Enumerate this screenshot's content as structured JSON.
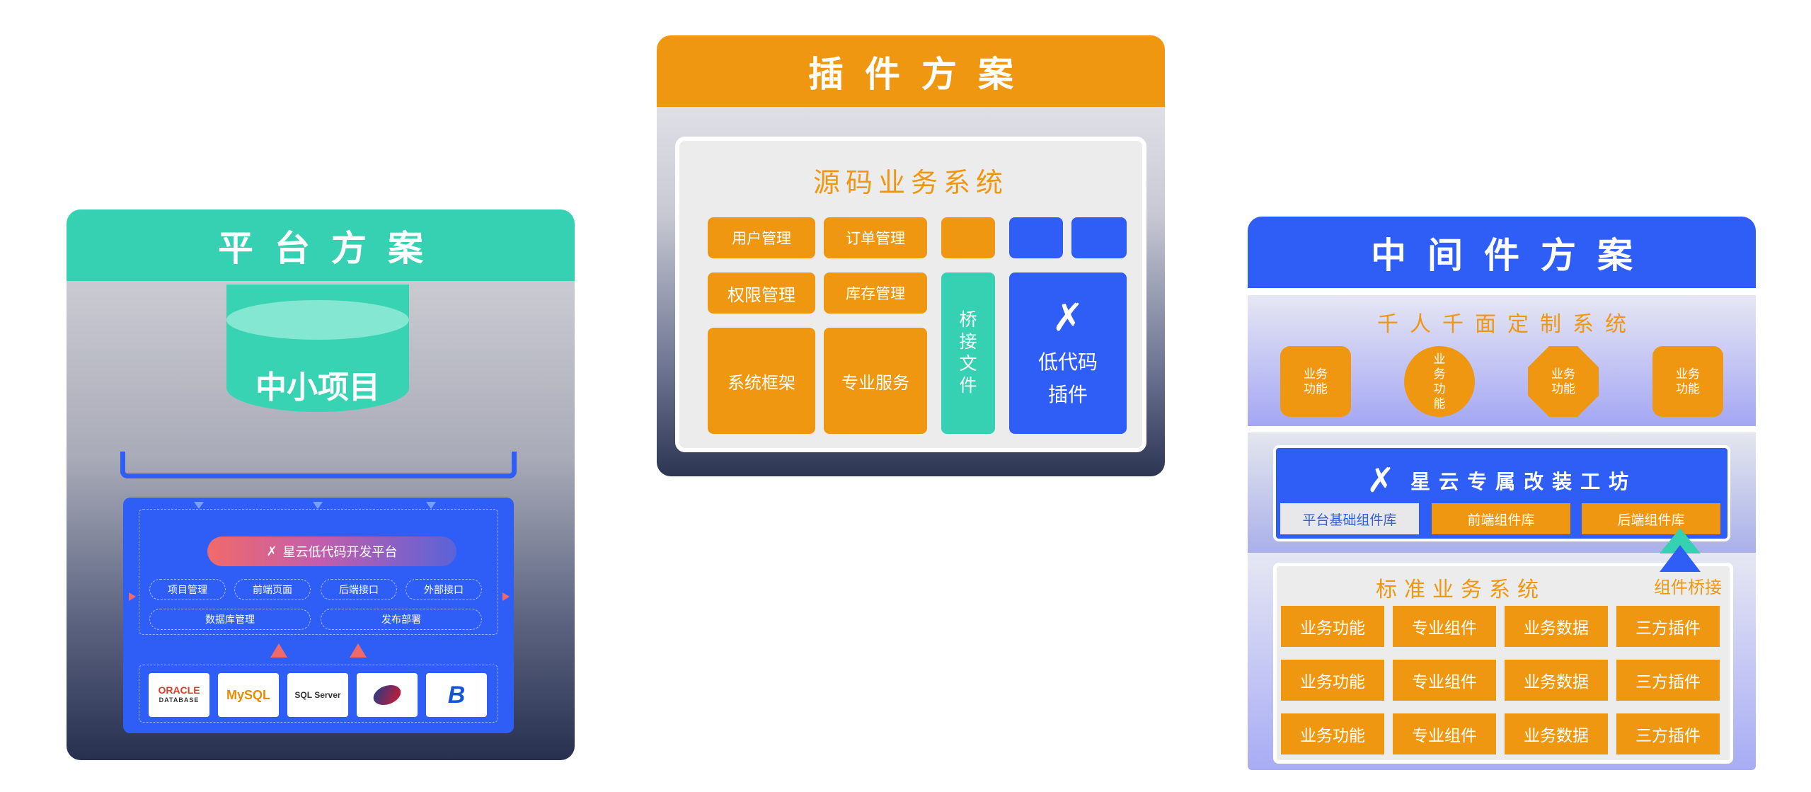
{
  "colors": {
    "teal": "#36d0b2",
    "orange": "#ef9711",
    "blue": "#2f5ef7",
    "navy": "#27304f",
    "light_gray": "#ececec"
  },
  "platform": {
    "title": "平台方案",
    "cylinder_label": "中小项目",
    "platform_name": "星云低代码开发平台",
    "modules": [
      "项目管理",
      "前端页面",
      "后端接口",
      "外部接口",
      "数据库管理",
      "发布部署"
    ],
    "databases": [
      {
        "name": "ORACLE",
        "sub": "DATABASE",
        "icon": "oracle-logo"
      },
      {
        "name": "MySQL",
        "icon": "mysql-logo"
      },
      {
        "name": "SQL Server",
        "icon": "sqlserver-logo"
      },
      {
        "icon": "database-brand-logo"
      },
      {
        "name": "B",
        "icon": "b-logo"
      }
    ]
  },
  "plugin": {
    "title": "插件方案",
    "system_title": "源码业务系统",
    "modules": [
      "用户管理",
      "订单管理",
      "权限管理",
      "库存管理",
      "系统框架",
      "专业服务"
    ],
    "bridge": [
      "桥",
      "接",
      "文",
      "件"
    ],
    "lowcode_line1": "低代码",
    "lowcode_line2": "插件"
  },
  "middleware": {
    "title": "中间件方案",
    "custom_title": "千人千面定制系统",
    "functions": [
      {
        "lines": [
          "业务",
          "功能"
        ],
        "shape": "rounded-square"
      },
      {
        "lines": [
          "业",
          "务",
          "功",
          "能"
        ],
        "shape": "circle"
      },
      {
        "lines": [
          "业务",
          "功能"
        ],
        "shape": "octagon"
      },
      {
        "lines": [
          "业务",
          "功能"
        ],
        "shape": "rounded-square"
      }
    ],
    "studio_title": "星云专属改装工坊",
    "libraries": [
      "平台基础组件库",
      "前端组件库",
      "后端组件库"
    ],
    "bridge_label": "组件桥接",
    "standard_title": "标准业务系统",
    "grid": [
      [
        "业务功能",
        "专业组件",
        "业务数据",
        "三方插件"
      ],
      [
        "业务功能",
        "专业组件",
        "业务数据",
        "三方插件"
      ],
      [
        "业务功能",
        "专业组件",
        "业务数据",
        "三方插件"
      ]
    ]
  }
}
